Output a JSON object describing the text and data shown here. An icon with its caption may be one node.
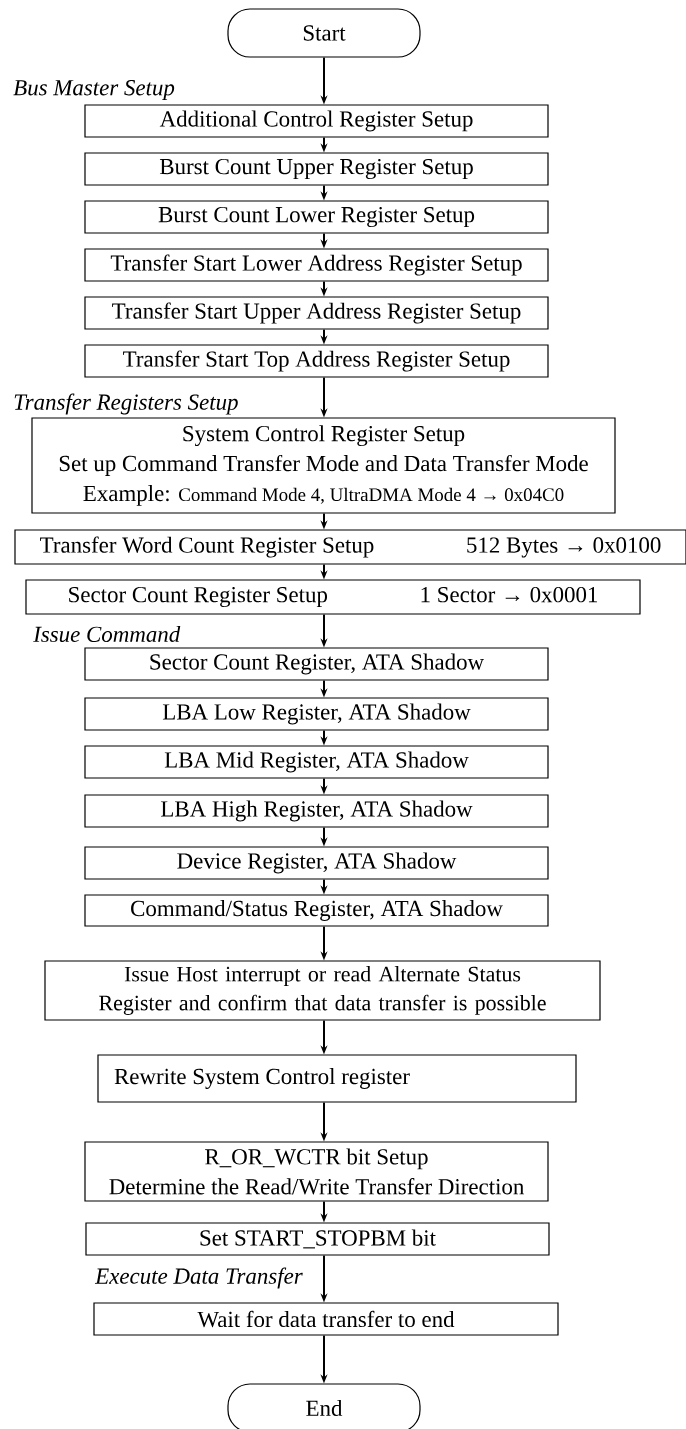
{
  "diagram": {
    "nodes": [
      {
        "text": [
          "Start"
        ]
      },
      {
        "text": [
          "Additional Control Register Setup"
        ]
      },
      {
        "text": [
          "Burst Count Upper Register Setup"
        ]
      },
      {
        "text": [
          "Burst Count Lower Register Setup"
        ]
      },
      {
        "text": [
          "Transfer Start Lower Address Register Setup"
        ]
      },
      {
        "text": [
          "Transfer Start Upper Address Register Setup"
        ]
      },
      {
        "text": [
          "Transfer Start Top Address Register Setup"
        ]
      },
      {
        "text": [
          "System Control Register Setup",
          "Set up Command Transfer Mode and Data Transfer Mode",
          "Example:",
          "Command Mode 4, UltraDMA Mode 4 → 0x04C0"
        ]
      },
      {
        "text": [
          "Transfer Word Count Register Setup",
          "512 Bytes → 0x0100"
        ]
      },
      {
        "text": [
          "Sector Count Register Setup",
          "1 Sector → 0x0001"
        ]
      },
      {
        "text": [
          "Sector Count Register, ATA Shadow"
        ]
      },
      {
        "text": [
          "LBA Low Register, ATA Shadow"
        ]
      },
      {
        "text": [
          "LBA Mid Register, ATA Shadow"
        ]
      },
      {
        "text": [
          "LBA High Register, ATA Shadow"
        ]
      },
      {
        "text": [
          "Device Register, ATA Shadow"
        ]
      },
      {
        "text": [
          "Command/Status Register, ATA Shadow"
        ]
      },
      {
        "text": [
          "Issue Host interrupt or read Alternate Status Register and confirm that data transfer is possible"
        ]
      },
      {
        "text": [
          "Rewrite System Control register"
        ]
      },
      {
        "text": [
          "R_OR_WCTR bit Setup",
          "Determine the Read/Write Transfer Direction"
        ]
      },
      {
        "text": [
          "Set START_STOPBM bit"
        ]
      },
      {
        "text": [
          "Wait for data transfer to end"
        ]
      },
      {
        "text": [
          "End"
        ]
      }
    ],
    "edges": [
      {
        "from": 0,
        "to": 1,
        "arrow": "to"
      },
      {
        "from": 1,
        "to": 2,
        "arrow": "to"
      },
      {
        "from": 2,
        "to": 3,
        "arrow": "to"
      },
      {
        "from": 3,
        "to": 4,
        "arrow": "to"
      },
      {
        "from": 4,
        "to": 5,
        "arrow": "to"
      },
      {
        "from": 5,
        "to": 6,
        "arrow": "to"
      },
      {
        "from": 6,
        "to": 7,
        "arrow": "to"
      },
      {
        "from": 7,
        "to": 8,
        "arrow": "to"
      },
      {
        "from": 8,
        "to": 9,
        "arrow": "to"
      },
      {
        "from": 9,
        "to": 10,
        "arrow": "to"
      },
      {
        "from": 10,
        "to": 11,
        "arrow": "to"
      },
      {
        "from": 11,
        "to": 12,
        "arrow": "to"
      },
      {
        "from": 12,
        "to": 13,
        "arrow": "to"
      },
      {
        "from": 13,
        "to": 14,
        "arrow": "to"
      },
      {
        "from": 14,
        "to": 15,
        "arrow": "to"
      },
      {
        "from": 15,
        "to": 16,
        "arrow": "to"
      },
      {
        "from": 16,
        "to": 17,
        "arrow": "to"
      },
      {
        "from": 17,
        "to": 18,
        "arrow": "to"
      },
      {
        "from": 18,
        "to": 19,
        "arrow": "to"
      },
      {
        "from": 19,
        "to": 20,
        "arrow": "to"
      },
      {
        "from": 20,
        "to": 21,
        "arrow": "to"
      }
    ],
    "labels": [
      "Bus Master Setup",
      "Transfer Registers Setup",
      "Issue Command",
      "Execute Data Transfer"
    ]
  }
}
